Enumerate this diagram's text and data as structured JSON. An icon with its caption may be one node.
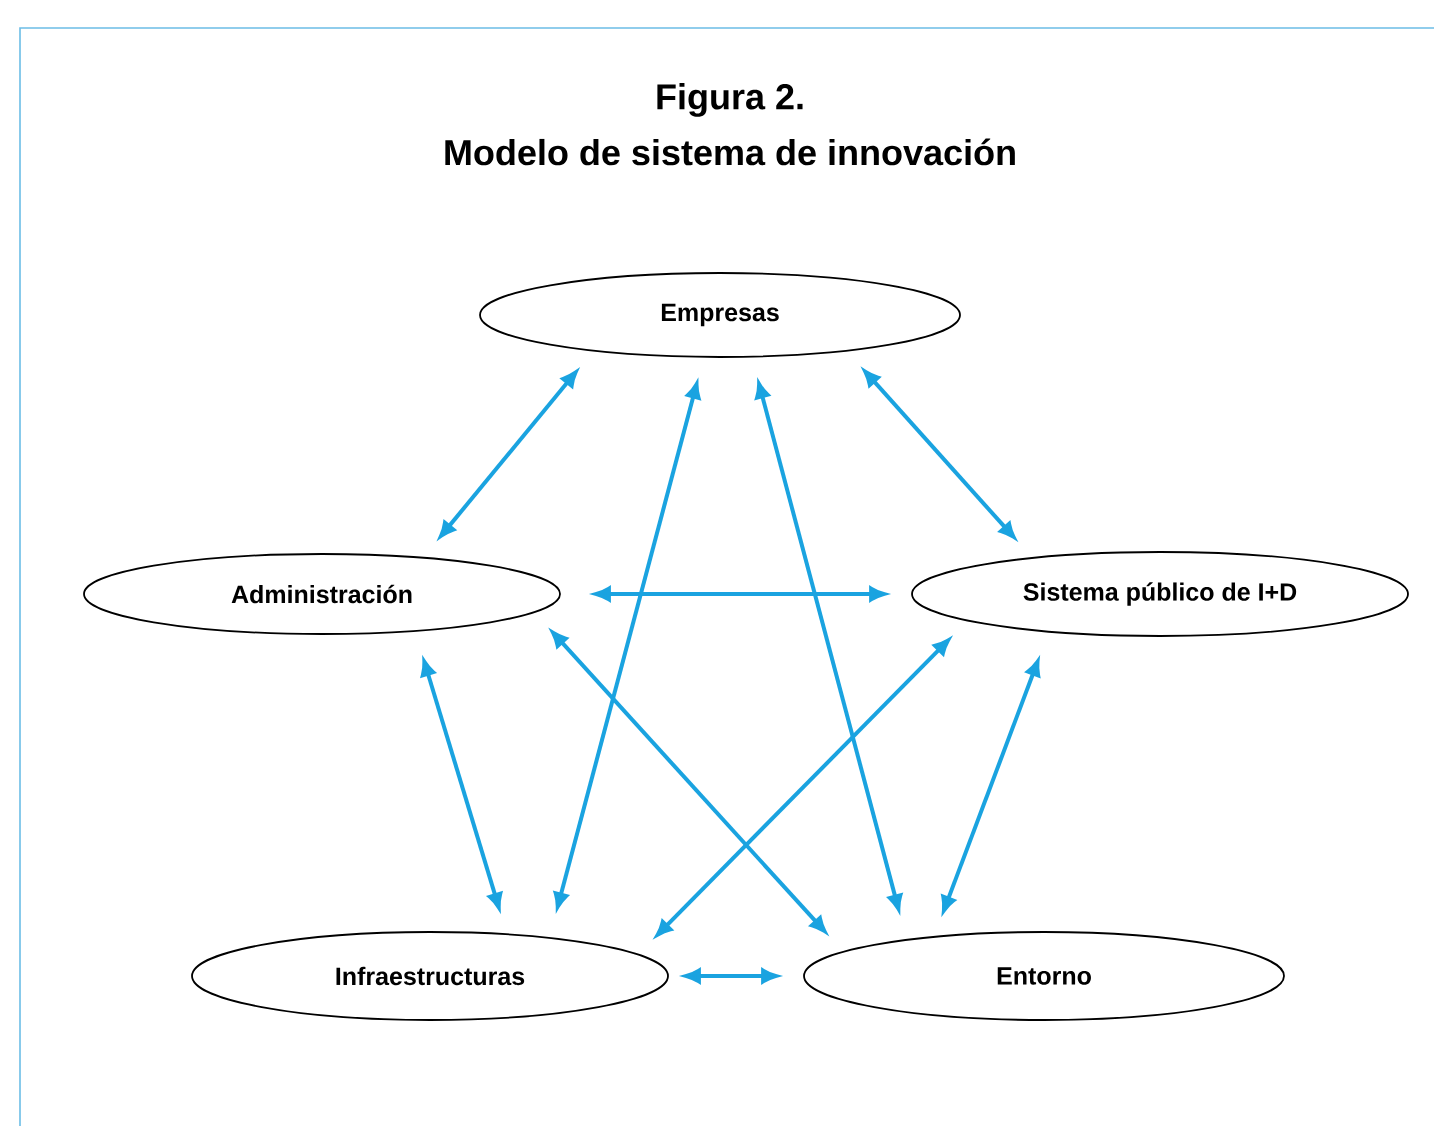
{
  "diagram": {
    "title": "Figura 2.",
    "nodes": [
      {
        "text": [
          "Empresas"
        ]
      },
      {
        "text": [
          "Administración"
        ]
      },
      {
        "text": [
          "Sistema público de I+D"
        ]
      },
      {
        "text": [
          "Infraestructuras"
        ]
      },
      {
        "text": [
          "Entorno"
        ]
      }
    ],
    "edges": [
      {
        "from": 0,
        "to": 1,
        "arrow": "both"
      },
      {
        "from": 0,
        "to": 2,
        "arrow": "both"
      },
      {
        "from": 1,
        "to": 2,
        "arrow": "both"
      },
      {
        "from": 0,
        "to": 3,
        "arrow": "both"
      },
      {
        "from": 0,
        "to": 4,
        "arrow": "both"
      },
      {
        "from": 1,
        "to": 3,
        "arrow": "both"
      },
      {
        "from": 1,
        "to": 4,
        "arrow": "both"
      },
      {
        "from": 2,
        "to": 3,
        "arrow": "both"
      },
      {
        "from": 2,
        "to": 4,
        "arrow": "both"
      },
      {
        "from": 3,
        "to": 4,
        "arrow": "both"
      }
    ],
    "labels": [
      "Modelo de sistema de innovación"
    ]
  }
}
